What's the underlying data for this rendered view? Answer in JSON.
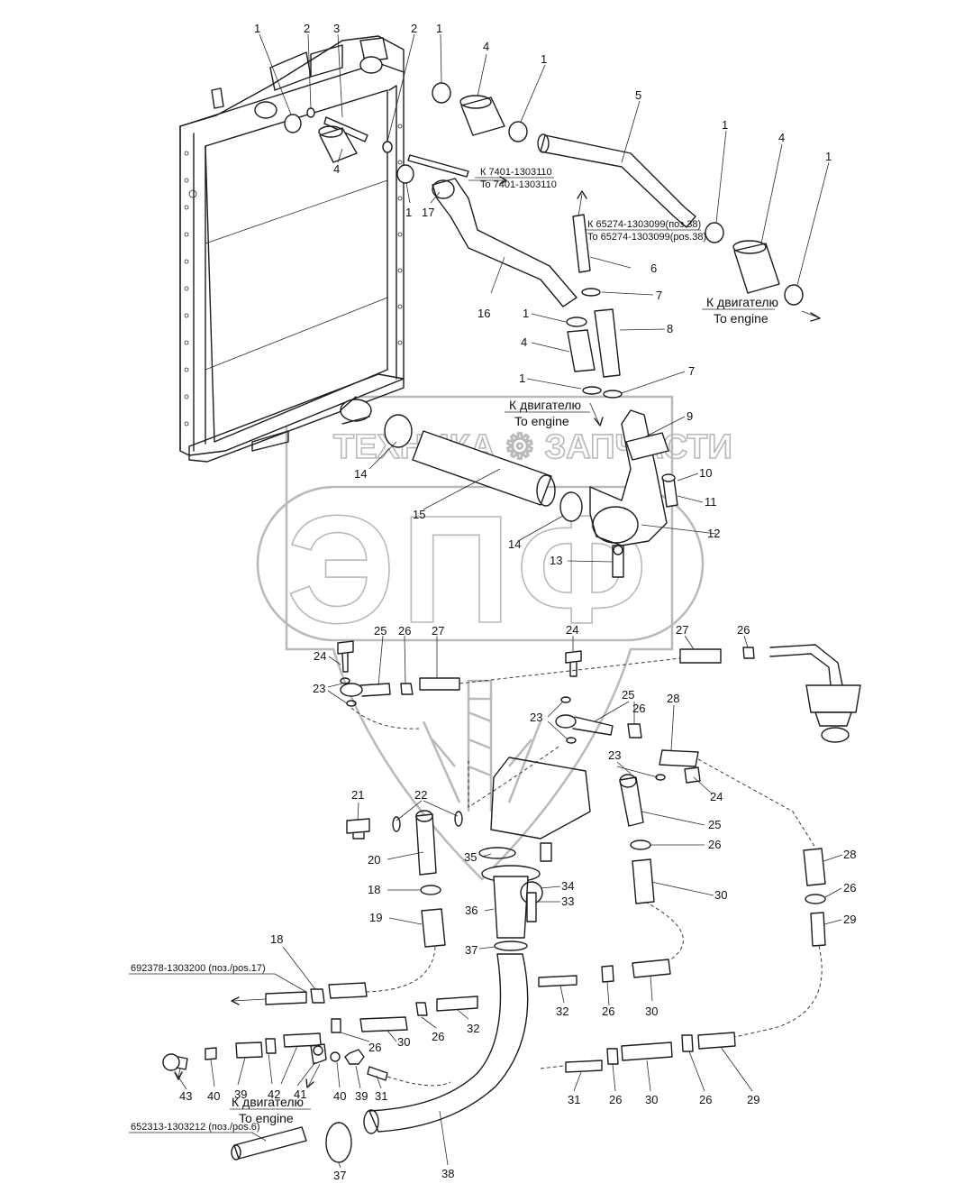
{
  "watermark": {
    "top_text": "ТЕХНИКА ⚙ ЗАПЧАСТИ",
    "big_text": "ЭПФ",
    "color": "#b9b9b9"
  },
  "references": {
    "to_7401": "К 7401-1303110",
    "to_7401_en": "To 7401-1303110",
    "to_65274": "К 65274-1303099(поз.38)",
    "to_65274_en": "To 65274-1303099(pos.38)",
    "to_engine_ru": "К двигателю",
    "to_engine_en": "To engine",
    "ref_692378": "692378-1303200 (поз./pos.17)",
    "ref_652313": "652313-1303212 (поз./pos.6)"
  },
  "callouts": [
    {
      "id": "c1a",
      "text": "1"
    },
    {
      "id": "c2a",
      "text": "2"
    },
    {
      "id": "c3a",
      "text": "3"
    },
    {
      "id": "c2b",
      "text": "2"
    },
    {
      "id": "c1b",
      "text": "1"
    },
    {
      "id": "c4a",
      "text": "4"
    },
    {
      "id": "c1c",
      "text": "1"
    },
    {
      "id": "c5",
      "text": "5"
    },
    {
      "id": "c1d",
      "text": "1"
    },
    {
      "id": "c4b",
      "text": "4"
    },
    {
      "id": "c1e",
      "text": "1"
    },
    {
      "id": "c4c",
      "text": "4"
    },
    {
      "id": "c1f",
      "text": "1"
    },
    {
      "id": "c17",
      "text": "17"
    },
    {
      "id": "c6",
      "text": "6"
    },
    {
      "id": "c7a",
      "text": "7"
    },
    {
      "id": "c16",
      "text": "16"
    },
    {
      "id": "c1g",
      "text": "1"
    },
    {
      "id": "c8",
      "text": "8"
    },
    {
      "id": "c4d",
      "text": "4"
    },
    {
      "id": "c1h",
      "text": "1"
    },
    {
      "id": "c7b",
      "text": "7"
    },
    {
      "id": "c9",
      "text": "9"
    },
    {
      "id": "c10",
      "text": "10"
    },
    {
      "id": "c11",
      "text": "11"
    },
    {
      "id": "c14a",
      "text": "14"
    },
    {
      "id": "c15",
      "text": "15"
    },
    {
      "id": "c14b",
      "text": "14"
    },
    {
      "id": "c12",
      "text": "12"
    },
    {
      "id": "c13",
      "text": "13"
    },
    {
      "id": "c25a",
      "text": "25"
    },
    {
      "id": "c26a",
      "text": "26"
    },
    {
      "id": "c27a",
      "text": "27"
    },
    {
      "id": "c24a",
      "text": "24"
    },
    {
      "id": "c24b",
      "text": "24"
    },
    {
      "id": "c27b",
      "text": "27"
    },
    {
      "id": "c26b",
      "text": "26"
    },
    {
      "id": "c23a",
      "text": "23"
    },
    {
      "id": "c23b",
      "text": "23"
    },
    {
      "id": "c25b",
      "text": "25"
    },
    {
      "id": "c26c",
      "text": "26"
    },
    {
      "id": "c28a",
      "text": "28"
    },
    {
      "id": "c23c",
      "text": "23"
    },
    {
      "id": "c24c",
      "text": "24"
    },
    {
      "id": "c21",
      "text": "21"
    },
    {
      "id": "c22",
      "text": "22"
    },
    {
      "id": "c25c",
      "text": "25"
    },
    {
      "id": "c26d",
      "text": "26"
    },
    {
      "id": "c20",
      "text": "20"
    },
    {
      "id": "c35",
      "text": "35"
    },
    {
      "id": "c28b",
      "text": "28"
    },
    {
      "id": "c34",
      "text": "34"
    },
    {
      "id": "c33",
      "text": "33"
    },
    {
      "id": "c18a",
      "text": "18"
    },
    {
      "id": "c30a",
      "text": "30"
    },
    {
      "id": "c26e",
      "text": "26"
    },
    {
      "id": "c29a",
      "text": "29"
    },
    {
      "id": "c19",
      "text": "19"
    },
    {
      "id": "c36",
      "text": "36"
    },
    {
      "id": "c37a",
      "text": "37"
    },
    {
      "id": "c18b",
      "text": "18"
    },
    {
      "id": "c32a",
      "text": "32"
    },
    {
      "id": "c26f",
      "text": "26"
    },
    {
      "id": "c30b",
      "text": "30"
    },
    {
      "id": "c30c",
      "text": "30"
    },
    {
      "id": "c26g",
      "text": "26"
    },
    {
      "id": "c32b",
      "text": "32"
    },
    {
      "id": "c26h",
      "text": "26"
    },
    {
      "id": "c42",
      "text": "42"
    },
    {
      "id": "c41",
      "text": "41"
    },
    {
      "id": "c40a",
      "text": "40"
    },
    {
      "id": "c39a",
      "text": "39"
    },
    {
      "id": "c43",
      "text": "43"
    },
    {
      "id": "c40b",
      "text": "40"
    },
    {
      "id": "c39b",
      "text": "39"
    },
    {
      "id": "c31a",
      "text": "31"
    },
    {
      "id": "c31b",
      "text": "31"
    },
    {
      "id": "c26i",
      "text": "26"
    },
    {
      "id": "c30d",
      "text": "30"
    },
    {
      "id": "c26j",
      "text": "26"
    },
    {
      "id": "c29b",
      "text": "29"
    },
    {
      "id": "c37b",
      "text": "37"
    },
    {
      "id": "c38",
      "text": "38"
    }
  ]
}
